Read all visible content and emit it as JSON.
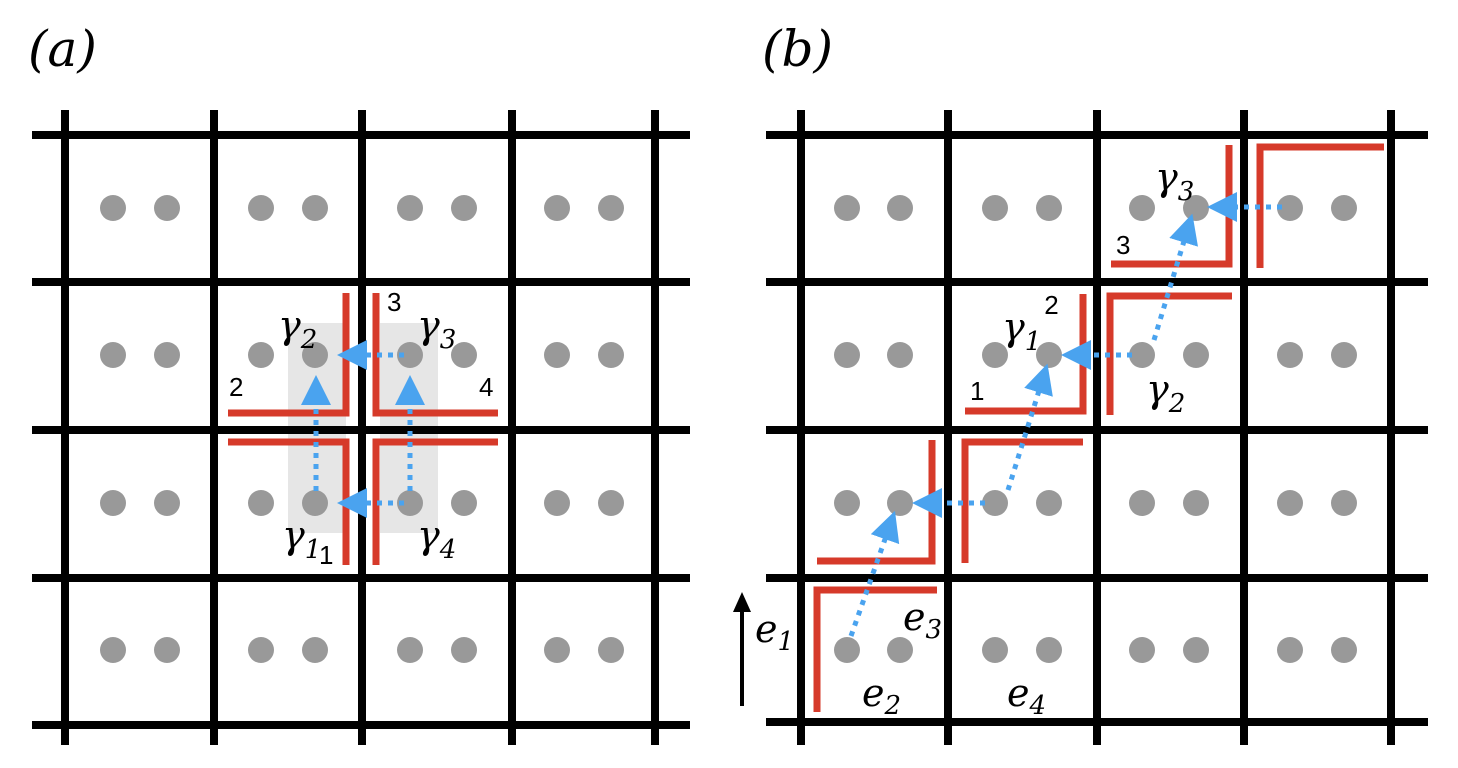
{
  "colors": {
    "lattice": "#000000",
    "site": "#999999",
    "string": "#d63a2a",
    "arrow": "#4aa3ef",
    "highlight": "#e6e6e6"
  },
  "panels": [
    {
      "label": "(a)",
      "gammas": [
        {
          "sym": "γ",
          "sub": "2",
          "sup": ""
        },
        {
          "sym": "γ",
          "sub": "3",
          "sup": ""
        },
        {
          "sym": "γ",
          "sub": "1",
          "sup": ""
        },
        {
          "sym": "γ",
          "sub": "4",
          "sup": ""
        }
      ],
      "numbers": [
        "2",
        "3",
        "4",
        "1"
      ]
    },
    {
      "label": "(b)",
      "gammas": [
        {
          "sym": "γ",
          "sub": "3",
          "sup": ""
        },
        {
          "sym": "γ",
          "sub": "1",
          "sup": "2"
        },
        {
          "sym": "γ",
          "sub": "2",
          "sup": ""
        }
      ],
      "numbers": [
        "3",
        "1"
      ],
      "edges": [
        {
          "sym": "e",
          "sub": "1"
        },
        {
          "sym": "e",
          "sub": "2"
        },
        {
          "sym": "e",
          "sub": "3"
        },
        {
          "sym": "e",
          "sub": "4"
        }
      ]
    }
  ]
}
